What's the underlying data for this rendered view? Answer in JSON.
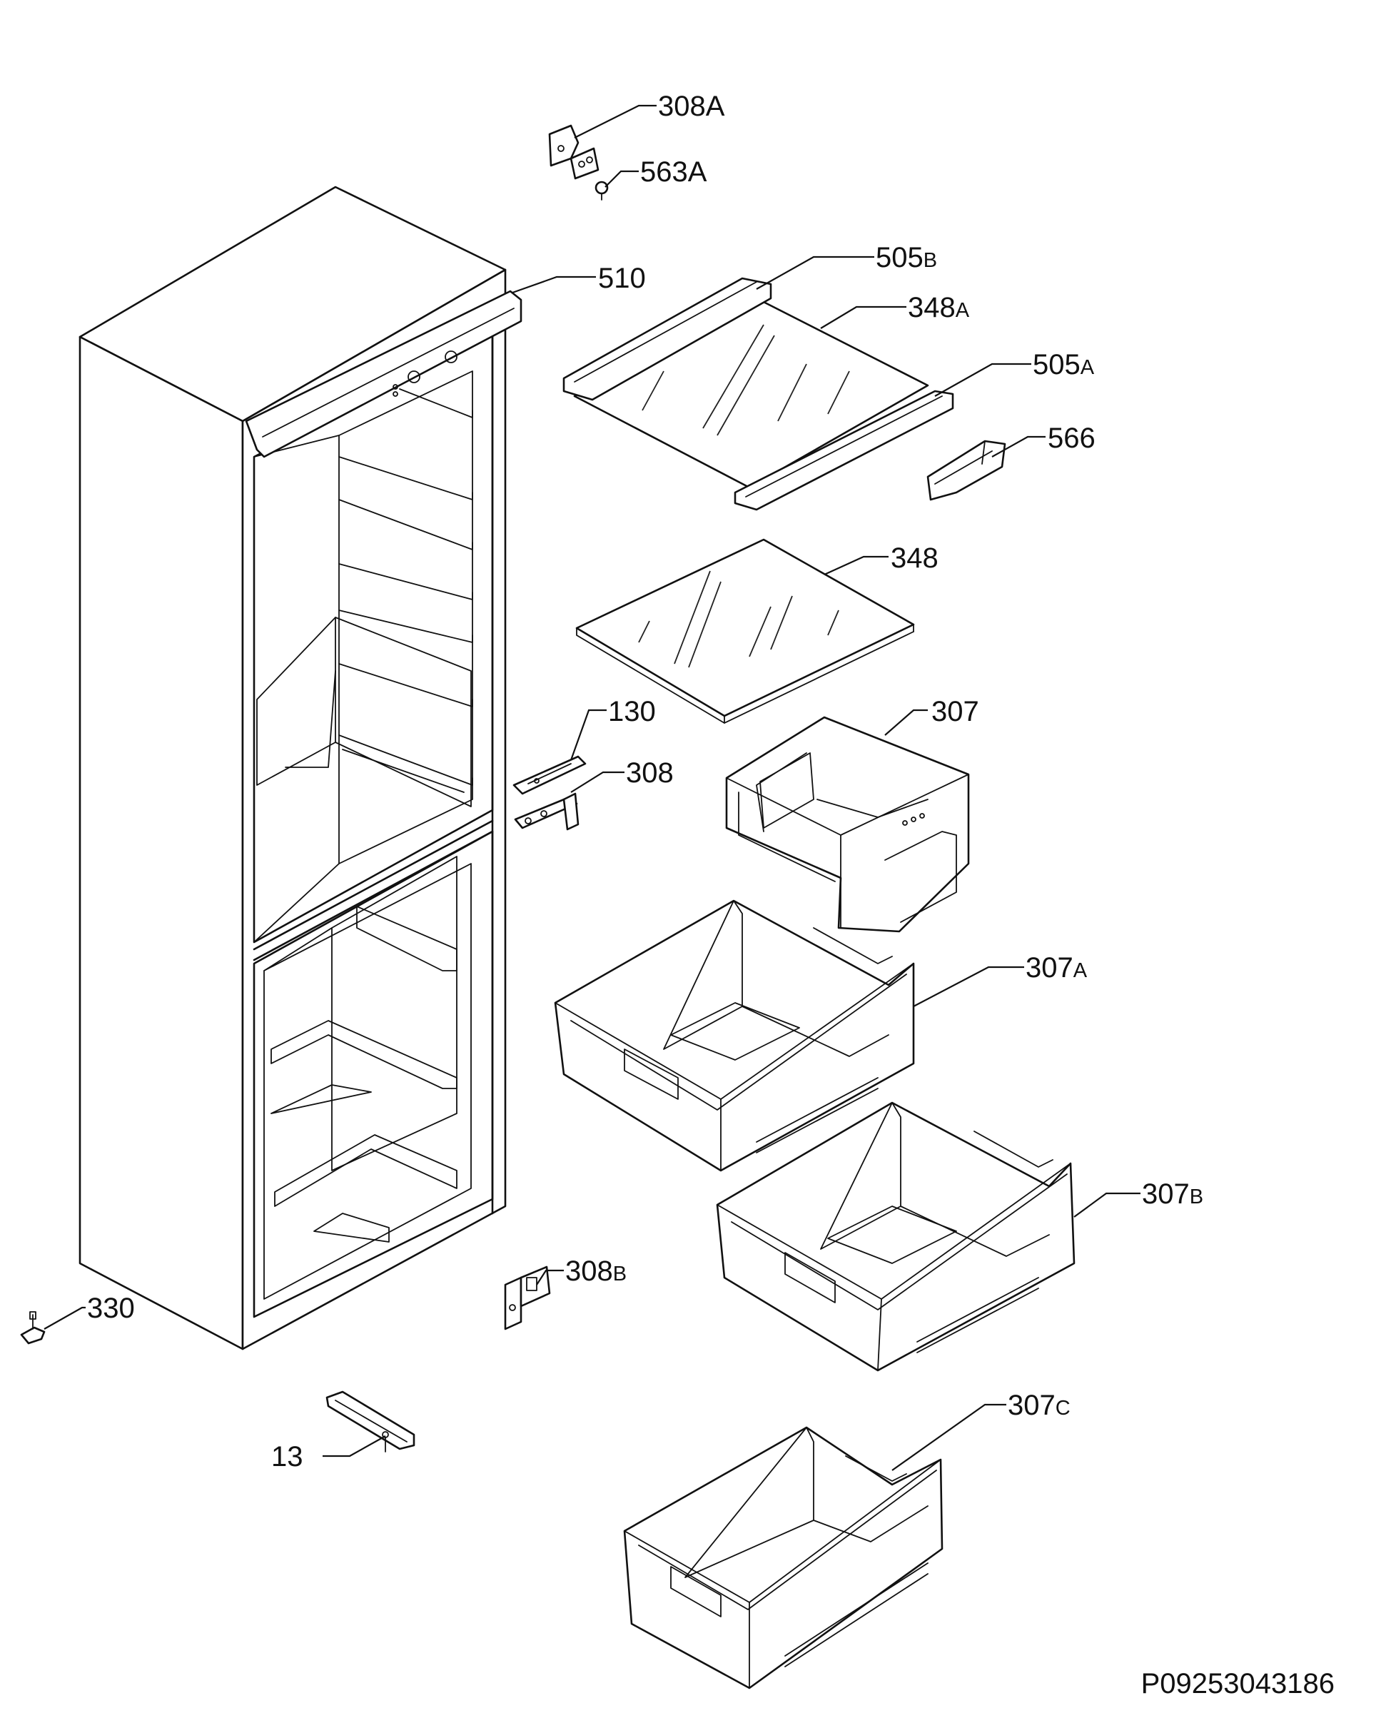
{
  "drawing_code": "P09253043186",
  "parts": [
    {
      "id": "p308A",
      "main": "308",
      "sub": "A"
    },
    {
      "id": "p563A",
      "main": "563",
      "sub": "A"
    },
    {
      "id": "p510",
      "main": "510",
      "sub": ""
    },
    {
      "id": "p505B",
      "main": "505",
      "sub": "B"
    },
    {
      "id": "p348A",
      "main": "348",
      "sub": "A"
    },
    {
      "id": "p505A",
      "main": "505",
      "sub": "A"
    },
    {
      "id": "p566",
      "main": "566",
      "sub": ""
    },
    {
      "id": "p348",
      "main": "348",
      "sub": ""
    },
    {
      "id": "p130",
      "main": "130",
      "sub": ""
    },
    {
      "id": "p307",
      "main": "307",
      "sub": ""
    },
    {
      "id": "p308",
      "main": "308",
      "sub": ""
    },
    {
      "id": "p307A",
      "main": "307",
      "sub": "A"
    },
    {
      "id": "p307B",
      "main": "307",
      "sub": "B"
    },
    {
      "id": "p308B",
      "main": "308",
      "sub": "B"
    },
    {
      "id": "p330",
      "main": "330",
      "sub": ""
    },
    {
      "id": "p13",
      "main": "13",
      "sub": ""
    },
    {
      "id": "p307C",
      "main": "307",
      "sub": "C"
    }
  ]
}
